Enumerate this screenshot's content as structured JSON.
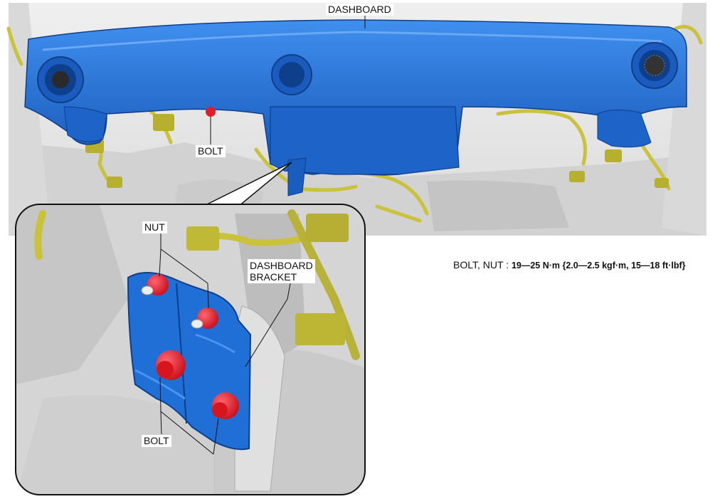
{
  "labels": {
    "dashboard": "DASHBOARD",
    "bolt_main": "BOLT",
    "nut": "NUT",
    "dashboard_bracket": "DASHBOARD\nBRACKET",
    "bolt_detail": "BOLT"
  },
  "spec": {
    "prefix": "BOLT, NUT : ",
    "value": "19—25 N·m {2.0—2.5 kgf·m, 15—18 ft·lbf}"
  },
  "colors": {
    "dashboard_blue": "#1f6fd6",
    "harness_yellow": "#c9c23a",
    "fastener_red": "#e01e2a",
    "background_gray": "#e6e6e6"
  }
}
